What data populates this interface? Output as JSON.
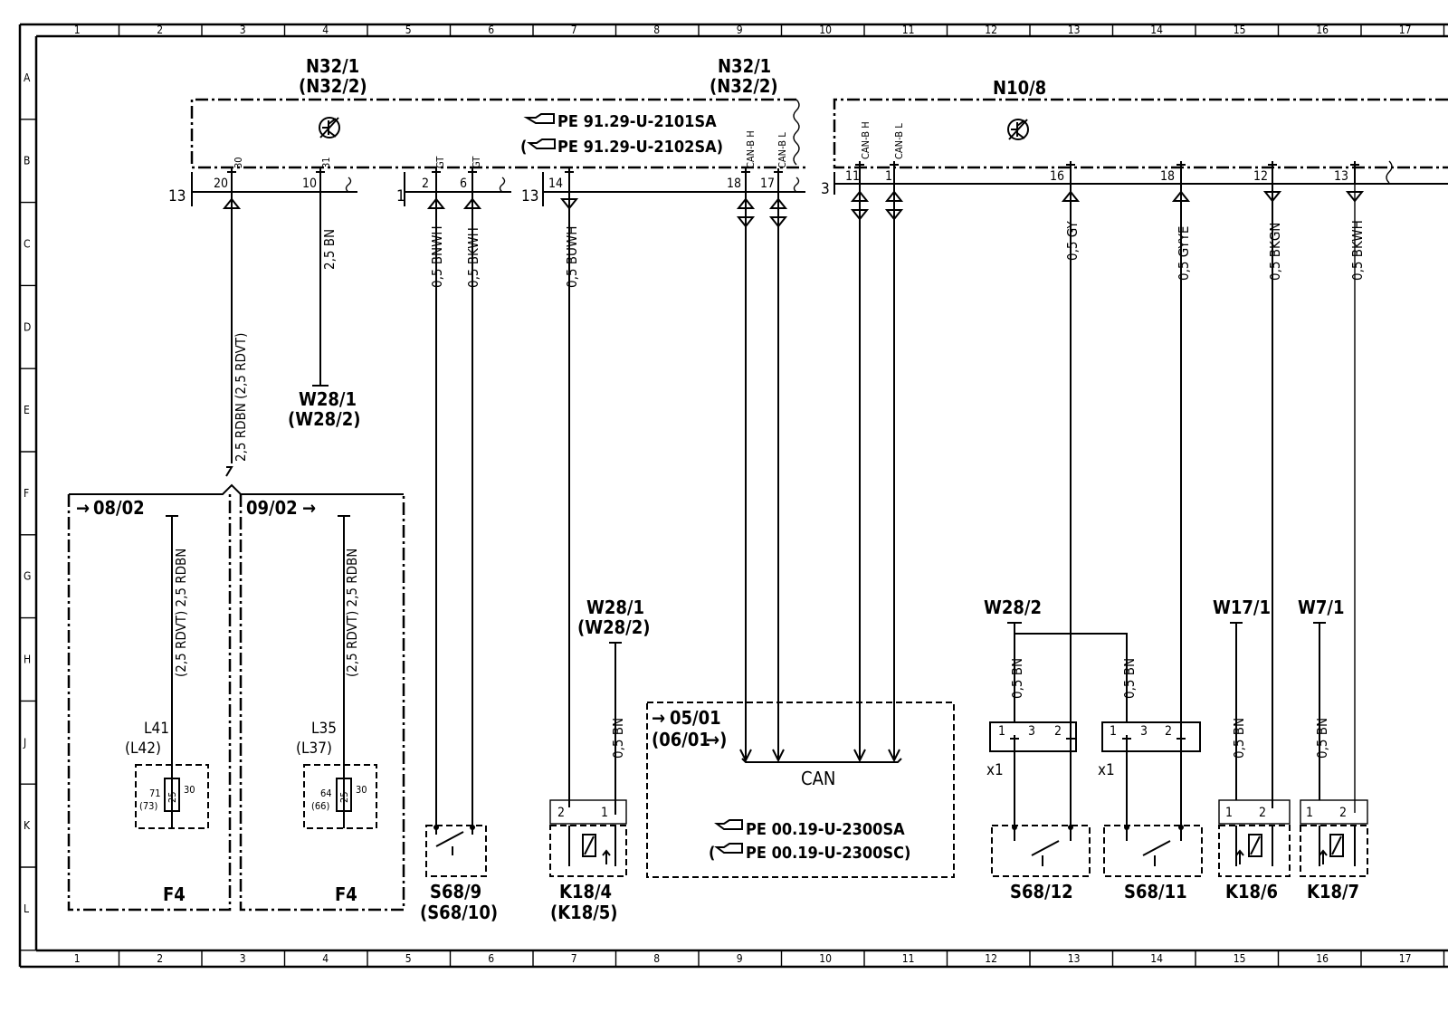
{
  "grid": {
    "columns": [
      "1",
      "2",
      "3",
      "4",
      "5",
      "6",
      "7",
      "8",
      "9",
      "10",
      "11",
      "12",
      "13",
      "14",
      "15",
      "16",
      "17"
    ],
    "rows": [
      "A",
      "B",
      "C",
      "D",
      "E",
      "F",
      "G",
      "H",
      "J",
      "K",
      "L"
    ]
  },
  "components": {
    "n32_1_left": {
      "name": "N32/1",
      "alt": "(N32/2)"
    },
    "n32_1_mid": {
      "name": "N32/1",
      "alt": "(N32/2)"
    },
    "n10_8": {
      "name": "N10/8"
    },
    "ref_top_1": {
      "icon": "pointing-hand-icon",
      "text": "PE  91.29-U-2101SA"
    },
    "ref_top_2": {
      "prefix": "(",
      "text": "PE  91.29-U-2102SA)"
    },
    "ref_can_1": {
      "text": "PE  00.19-U-2300SA"
    },
    "ref_can_2": {
      "prefix": "(",
      "text": "PE  00.19-U-2300SC)"
    },
    "w28_1_top": {
      "name": "W28/1",
      "alt": "(W28/2)"
    },
    "w28_1_mid": {
      "name": "W28/1",
      "alt": "(W28/2)"
    },
    "w28_2": {
      "name": "W28/2"
    },
    "w17_1": {
      "name": "W17/1"
    },
    "w7_1": {
      "name": "W7/1"
    },
    "s68_9": {
      "name": "S68/9",
      "alt": "(S68/10)"
    },
    "k18_4": {
      "name": "K18/4",
      "alt": "(K18/5)"
    },
    "s68_12": {
      "name": "S68/12"
    },
    "s68_11": {
      "name": "S68/11"
    },
    "k18_6": {
      "name": "K18/6"
    },
    "k18_7": {
      "name": "K18/7"
    },
    "f4_left": {
      "name": "F4",
      "ref": "08/02",
      "fuse": "L41",
      "fuse_alt": "(L42)",
      "pin_a": "71",
      "pin_b": "(73)",
      "amp": "25",
      "term": "30"
    },
    "f4_right": {
      "name": "F4",
      "ref": "09/02",
      "fuse": "L35",
      "fuse_alt": "(L37)",
      "pin_a": "64",
      "pin_b": "(66)",
      "amp": "25",
      "term": "30"
    },
    "can_box": {
      "ref": "05/01",
      "ref_alt": "(06/01",
      "label": "CAN"
    }
  },
  "connectors": {
    "n32_left": {
      "id": "13",
      "pins": [
        "20",
        "10"
      ],
      "terms": [
        "30",
        "31"
      ]
    },
    "n32_mid1": {
      "id": "1",
      "pins": [
        "2",
        "6"
      ],
      "terms": [
        "GT",
        "GT"
      ]
    },
    "n32_mid2": {
      "id": "13",
      "pins": [
        "14",
        "18",
        "17"
      ],
      "terms": [
        "CAN-B H",
        "CAN-B L"
      ]
    },
    "n10": {
      "id": "3",
      "pins": [
        "11",
        "1",
        "16",
        "18",
        "12",
        "13"
      ],
      "terms": [
        "CAN-B H",
        "CAN-B L"
      ]
    },
    "x1_a": {
      "name": "x1",
      "pins": [
        "1",
        "3",
        "2"
      ]
    },
    "x1_b": {
      "name": "x1",
      "pins": [
        "1",
        "3",
        "2"
      ]
    },
    "k18_4_pins": [
      "2",
      "1"
    ],
    "k18_6_pins": [
      "1",
      "2"
    ],
    "k18_7_pins": [
      "1",
      "2"
    ]
  },
  "wires": {
    "w_rdbn_main": "2,5 RDBN (2,5 RDVT)",
    "w_bn_25": "2,5 BN",
    "w_bnwh": "0,5 BNWH",
    "w_bkwh_1": "0,5 BKWH",
    "w_buwh": "0,5 BUWH",
    "w_gy": "0,5 GY",
    "w_gyye": "0,5 GYYE",
    "w_bkgn": "0,5 BKGN",
    "w_bkwh_2": "0,5 BKWH",
    "w_f4l": "(2,5 RDVT) 2,5 RDBN",
    "w_f4r": "(2,5 RDVT) 2,5 RDBN",
    "w_k184_bn": "0,5 BN",
    "w_h_bn1": "0,5 BN",
    "w_h_bn2": "0,5 BN",
    "w_k186_bn": "0,5 BN",
    "w_k187_bn": "0,5 BN"
  }
}
